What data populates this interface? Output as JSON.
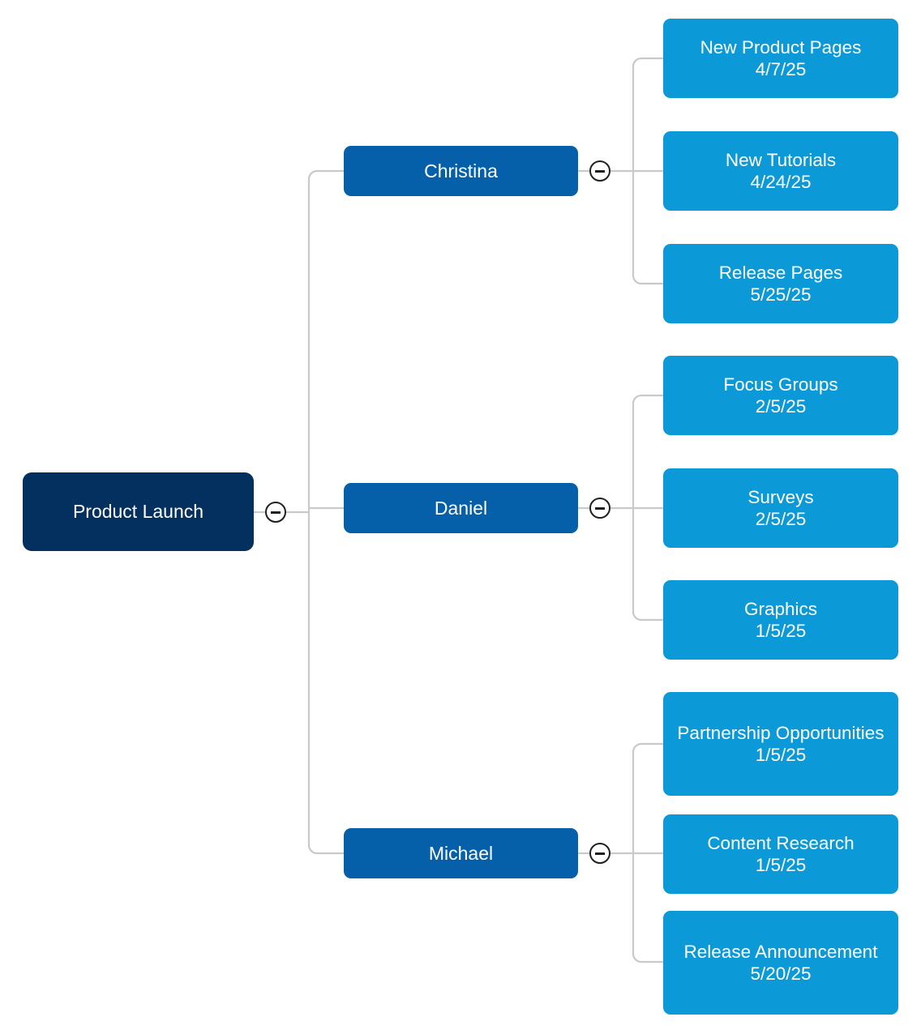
{
  "diagram": {
    "type": "org-chart-tree",
    "orientation": "left-to-right",
    "colors": {
      "root_fill": "#03305e",
      "branch_fill": "#0560a9",
      "leaf_fill": "#0c99d8",
      "connector_line": "#c9c9c9",
      "toggle_stroke": "#231f20",
      "text": "#ffffff",
      "background": "#ffffff"
    },
    "root": {
      "label": "Product Launch",
      "toggle_icon": "minus-circle-icon",
      "toggle_state": "expanded"
    },
    "branches": [
      {
        "label": "Christina",
        "toggle_icon": "minus-circle-icon",
        "toggle_state": "expanded",
        "children": [
          {
            "title": "New Product Pages",
            "date": "4/7/25"
          },
          {
            "title": "New Tutorials",
            "date": "4/24/25"
          },
          {
            "title": "Release Pages",
            "date": "5/25/25"
          }
        ]
      },
      {
        "label": "Daniel",
        "toggle_icon": "minus-circle-icon",
        "toggle_state": "expanded",
        "children": [
          {
            "title": "Focus Groups",
            "date": "2/5/25"
          },
          {
            "title": "Surveys",
            "date": "2/5/25"
          },
          {
            "title": "Graphics",
            "date": "1/5/25"
          }
        ]
      },
      {
        "label": "Michael",
        "toggle_icon": "minus-circle-icon",
        "toggle_state": "expanded",
        "children": [
          {
            "title": "Partnership Opportunities",
            "date": "1/5/25"
          },
          {
            "title": "Content Research",
            "date": "1/5/25"
          },
          {
            "title": "Release Announcement",
            "date": "5/20/25"
          }
        ]
      }
    ]
  }
}
